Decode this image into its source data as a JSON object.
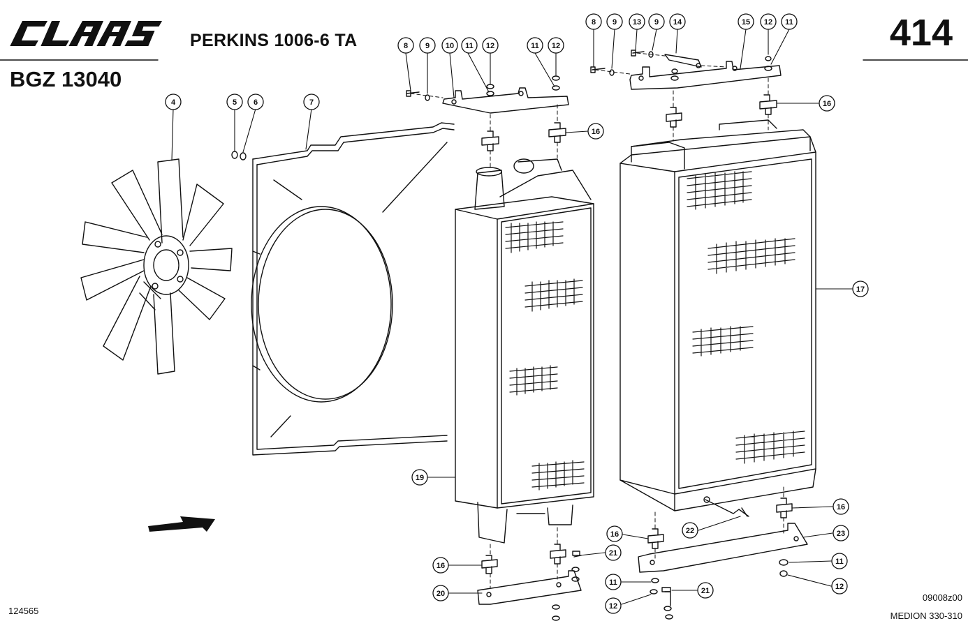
{
  "header": {
    "brand": "CLAAS",
    "model": "PERKINS 1006-6 TA",
    "group": "BGZ 13040",
    "page_number": "414"
  },
  "footer": {
    "drawing_id": "124565",
    "sheet_code": "09008z00",
    "machine": "MEDION 330-310"
  },
  "callouts": [
    "4",
    "5",
    "6",
    "7",
    "8",
    "9",
    "10",
    "11",
    "12",
    "11",
    "12",
    "16",
    "8",
    "9",
    "13",
    "9",
    "14",
    "15",
    "12",
    "11",
    "16",
    "17",
    "19",
    "16",
    "21",
    "20",
    "16",
    "22",
    "16",
    "23",
    "11",
    "12",
    "11",
    "21",
    "12"
  ]
}
